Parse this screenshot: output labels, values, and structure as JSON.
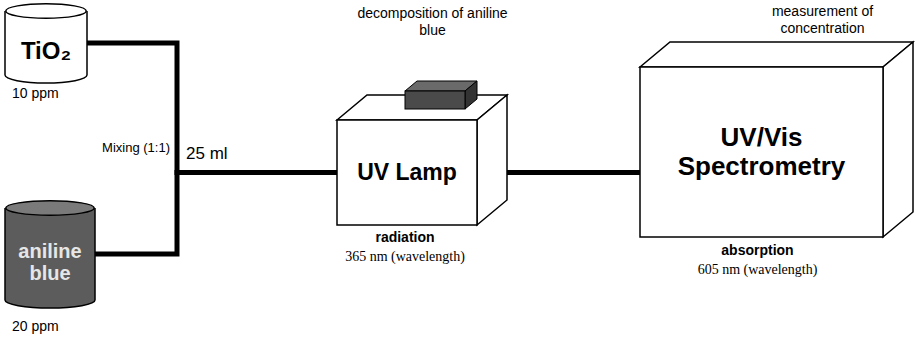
{
  "diagram": {
    "nodes": [
      {
        "text": [
          "TiO₂"
        ]
      },
      {
        "text": [
          "aniline blue"
        ]
      },
      {
        "text": [
          "UV Lamp"
        ]
      },
      {
        "text": [
          "UV/Vis Spectrometry"
        ]
      }
    ],
    "edges": [
      {
        "from": 0,
        "to": 2,
        "arrow": "none"
      },
      {
        "from": 1,
        "to": 2,
        "arrow": "none"
      },
      {
        "from": 2,
        "to": 3,
        "arrow": "none"
      }
    ],
    "labels": [
      "10 ppm",
      "20 ppm",
      "Mixing (1:1)",
      "25 ml",
      "decomposition of aniline blue",
      "radiation",
      "365 nm (wavelength)",
      "measurement of concentration",
      "absorption",
      "605 nm (wavelength)"
    ]
  }
}
